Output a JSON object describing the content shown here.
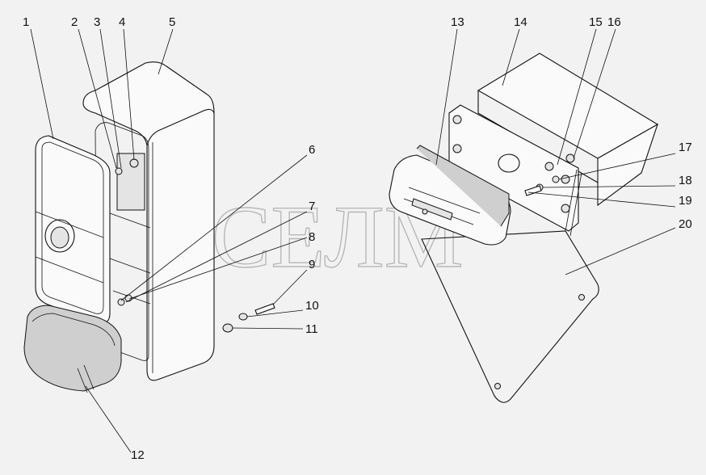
{
  "watermark": "СЕЛМ",
  "callouts": [
    "1",
    "2",
    "3",
    "4",
    "5",
    "6",
    "7",
    "8",
    "9",
    "10",
    "11",
    "12",
    "13",
    "14",
    "15",
    "16",
    "17",
    "18",
    "19",
    "20"
  ]
}
